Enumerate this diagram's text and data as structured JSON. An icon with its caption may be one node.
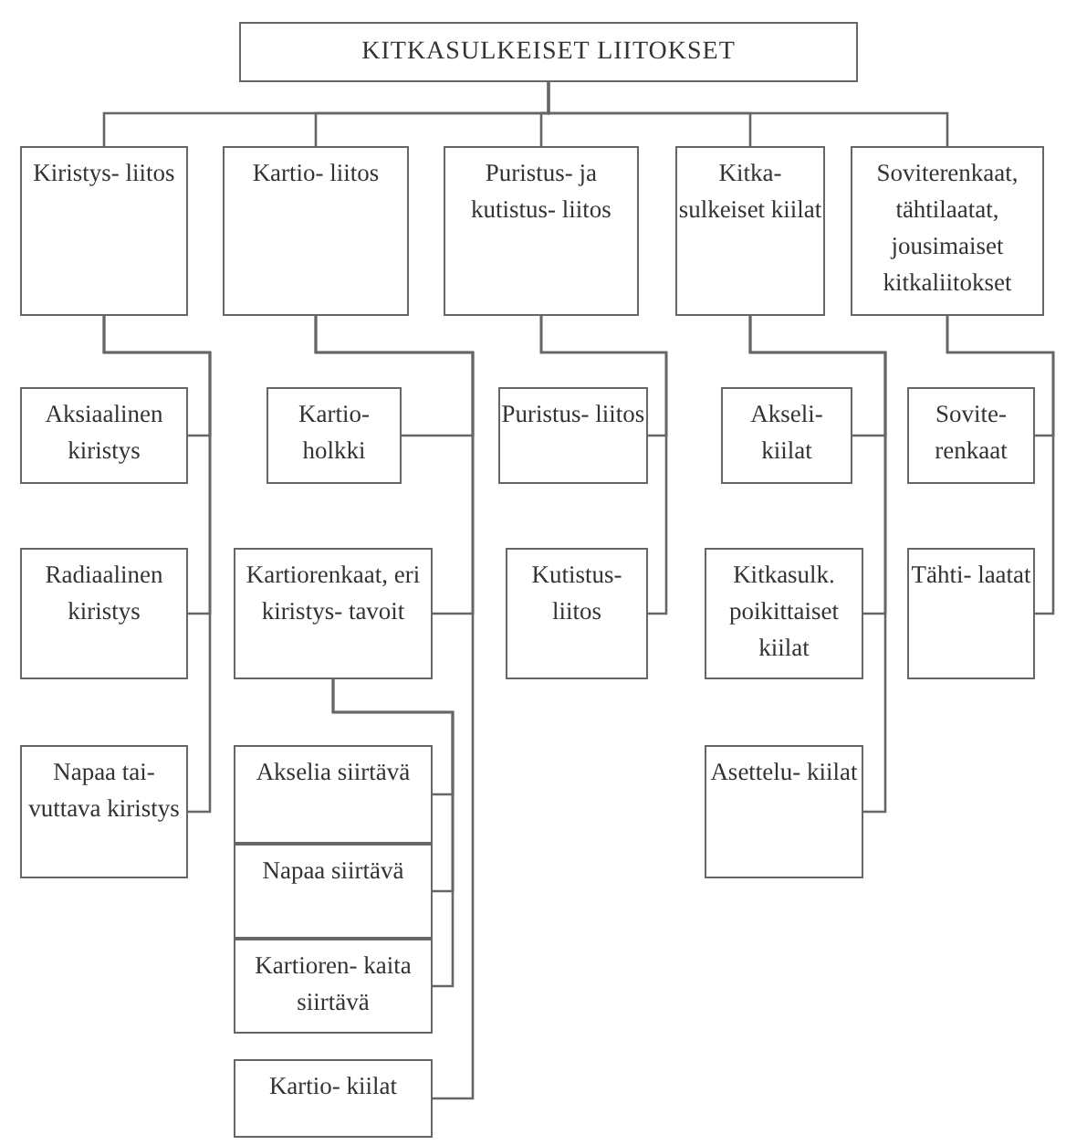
{
  "diagram": {
    "nodes": [
      {
        "text": [
          "KITKASULKEISET LIITOKSET"
        ]
      },
      {
        "text": [
          "Kiristys- liitos"
        ]
      },
      {
        "text": [
          "Kartio- liitos"
        ]
      },
      {
        "text": [
          "Puristus- ja kutistus- liitos"
        ]
      },
      {
        "text": [
          "Kitka- sulkeiset kiilat"
        ]
      },
      {
        "text": [
          "Soviterenkaat, tähtilaatat, jousimaiset kitkaliitokset"
        ]
      },
      {
        "text": [
          "Aksiaalinen kiristys"
        ]
      },
      {
        "text": [
          "Radiaalinen kiristys"
        ]
      },
      {
        "text": [
          "Napaa tai- vuttava kiristys"
        ]
      },
      {
        "text": [
          "Kartio- holkki"
        ]
      },
      {
        "text": [
          "Kartiorenkaat, eri kiristys- tavoit"
        ]
      },
      {
        "text": [
          "Akselia siirtävä"
        ]
      },
      {
        "text": [
          "Napaa siirtävä"
        ]
      },
      {
        "text": [
          "Kartioren- kaita siirtävä"
        ]
      },
      {
        "text": [
          "Kartio- kiilat"
        ]
      },
      {
        "text": [
          "Puristus- liitos"
        ]
      },
      {
        "text": [
          "Kutistus- liitos"
        ]
      },
      {
        "text": [
          "Akseli- kiilat"
        ]
      },
      {
        "text": [
          "Kitkasulk. poikittaiset kiilat"
        ]
      },
      {
        "text": [
          "Asettelu- kiilat"
        ]
      },
      {
        "text": [
          "Sovite- renkaat"
        ]
      },
      {
        "text": [
          "Tähti- laatat"
        ]
      }
    ],
    "edges": [
      {
        "from": 0,
        "to": 1,
        "arrow": "none"
      },
      {
        "from": 0,
        "to": 2,
        "arrow": "none"
      },
      {
        "from": 0,
        "to": 3,
        "arrow": "none"
      },
      {
        "from": 0,
        "to": 4,
        "arrow": "none"
      },
      {
        "from": 0,
        "to": 5,
        "arrow": "none"
      },
      {
        "from": 1,
        "to": 6,
        "arrow": "none"
      },
      {
        "from": 1,
        "to": 7,
        "arrow": "none"
      },
      {
        "from": 1,
        "to": 8,
        "arrow": "none"
      },
      {
        "from": 2,
        "to": 9,
        "arrow": "none"
      },
      {
        "from": 2,
        "to": 10,
        "arrow": "none"
      },
      {
        "from": 2,
        "to": 14,
        "arrow": "none"
      },
      {
        "from": 10,
        "to": 11,
        "arrow": "none"
      },
      {
        "from": 10,
        "to": 12,
        "arrow": "none"
      },
      {
        "from": 10,
        "to": 13,
        "arrow": "none"
      },
      {
        "from": 3,
        "to": 15,
        "arrow": "none"
      },
      {
        "from": 3,
        "to": 16,
        "arrow": "none"
      },
      {
        "from": 4,
        "to": 17,
        "arrow": "none"
      },
      {
        "from": 4,
        "to": 18,
        "arrow": "none"
      },
      {
        "from": 4,
        "to": 19,
        "arrow": "none"
      },
      {
        "from": 5,
        "to": 20,
        "arrow": "none"
      },
      {
        "from": 5,
        "to": 21,
        "arrow": "none"
      }
    ]
  }
}
